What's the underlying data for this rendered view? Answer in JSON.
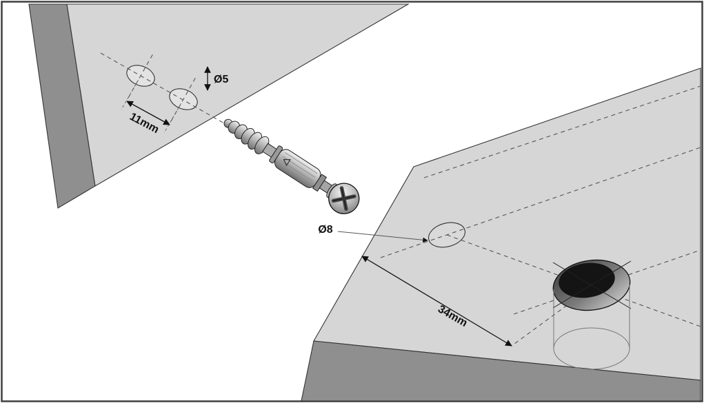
{
  "labels": {
    "hole_spacing": "11mm",
    "hole_diameter_small": "Ø5",
    "hole_diameter_large": "Ø8",
    "edge_distance": "34mm"
  },
  "colors": {
    "panel_top": "#d6d6d6",
    "panel_side": "#8f8f8f",
    "hole_face": "#e3e3e3",
    "background": "#ffffff",
    "outline": "#333333",
    "dash_line": "#555555",
    "label_text": "#111111"
  }
}
